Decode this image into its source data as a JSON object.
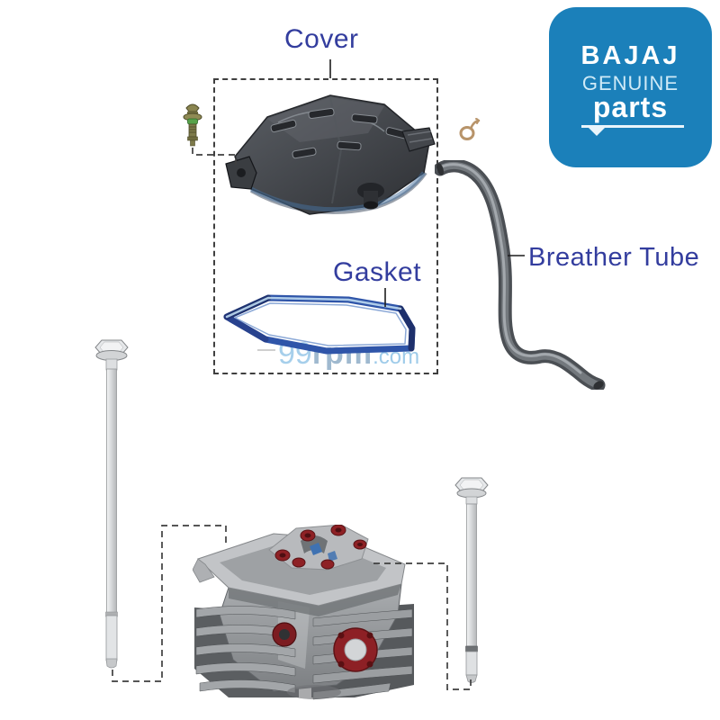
{
  "badge": {
    "brand": "BAJAJ",
    "genuine": "GENUINE",
    "parts": "parts",
    "bg_color": "#1b80ba",
    "text_color": "#ffffff",
    "accent_color": "#cfeaf7"
  },
  "labels": {
    "cover": "Cover",
    "gasket": "Gasket",
    "breather_tube": "Breather Tube",
    "text_color": "#333d9e"
  },
  "watermark": {
    "num": "99",
    "mid": "rpm",
    "tld": ".com",
    "color": "#a6cfeb"
  },
  "colors": {
    "gasket_blue": "#2f55a9",
    "dashed_line": "#3f3f3f",
    "screw_green": "#57a24a",
    "port_red": "#8e2125"
  },
  "illustrations": [
    "valve-cover",
    "cover-gasket",
    "breather-tube",
    "cover-screw",
    "hose-clip",
    "cylinder-head",
    "long-mounting-bolt",
    "short-mounting-bolt"
  ]
}
